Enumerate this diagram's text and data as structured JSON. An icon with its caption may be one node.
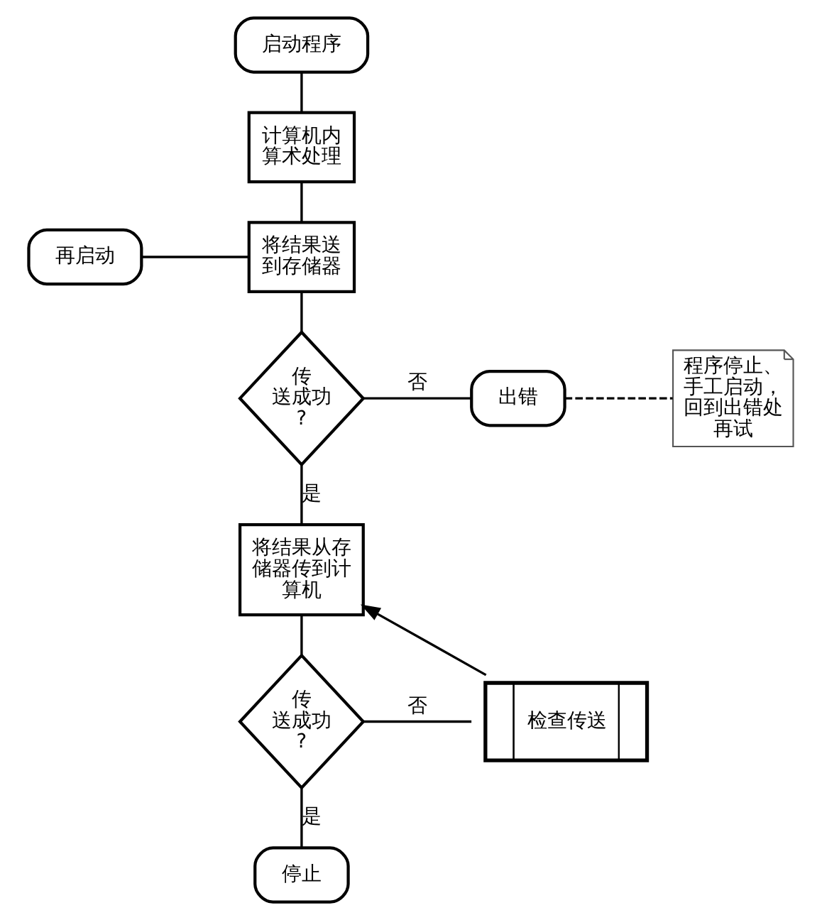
{
  "diagram": {
    "nodes": [
      {
        "text": [
          "启动程序"
        ]
      },
      {
        "text": [
          "计算机内算术处理"
        ]
      },
      {
        "text": [
          "再启动"
        ]
      },
      {
        "text": [
          "将结果送到存储器"
        ]
      },
      {
        "text": [
          "传送成功?"
        ]
      },
      {
        "text": [
          "出错"
        ]
      },
      {
        "text": [
          "程序停止、手工启动，回到出错处再试"
        ]
      },
      {
        "text": [
          "将结果从存储器传到计算机"
        ]
      },
      {
        "text": [
          "传送成功?"
        ]
      },
      {
        "text": [
          "检查传送"
        ]
      },
      {
        "text": [
          "停止"
        ]
      }
    ],
    "edges": [
      {
        "from": 0,
        "to": 1,
        "arrow": "none"
      },
      {
        "from": 1,
        "to": 3,
        "arrow": "none"
      },
      {
        "from": 2,
        "to": 3,
        "arrow": "none"
      },
      {
        "from": 3,
        "to": 4,
        "arrow": "none"
      },
      {
        "from": 4,
        "to": 5,
        "label": "否",
        "arrow": "none"
      },
      {
        "from": 5,
        "to": 6,
        "arrow": "none",
        "style": "dashed"
      },
      {
        "from": 4,
        "to": 7,
        "label": "是",
        "arrow": "none"
      },
      {
        "from": 7,
        "to": 8,
        "arrow": "none"
      },
      {
        "from": 8,
        "to": 9,
        "label": "否",
        "arrow": "none"
      },
      {
        "from": 9,
        "to": 7,
        "arrow": "to"
      },
      {
        "from": 8,
        "to": 10,
        "label": "是",
        "arrow": "none"
      }
    ]
  }
}
